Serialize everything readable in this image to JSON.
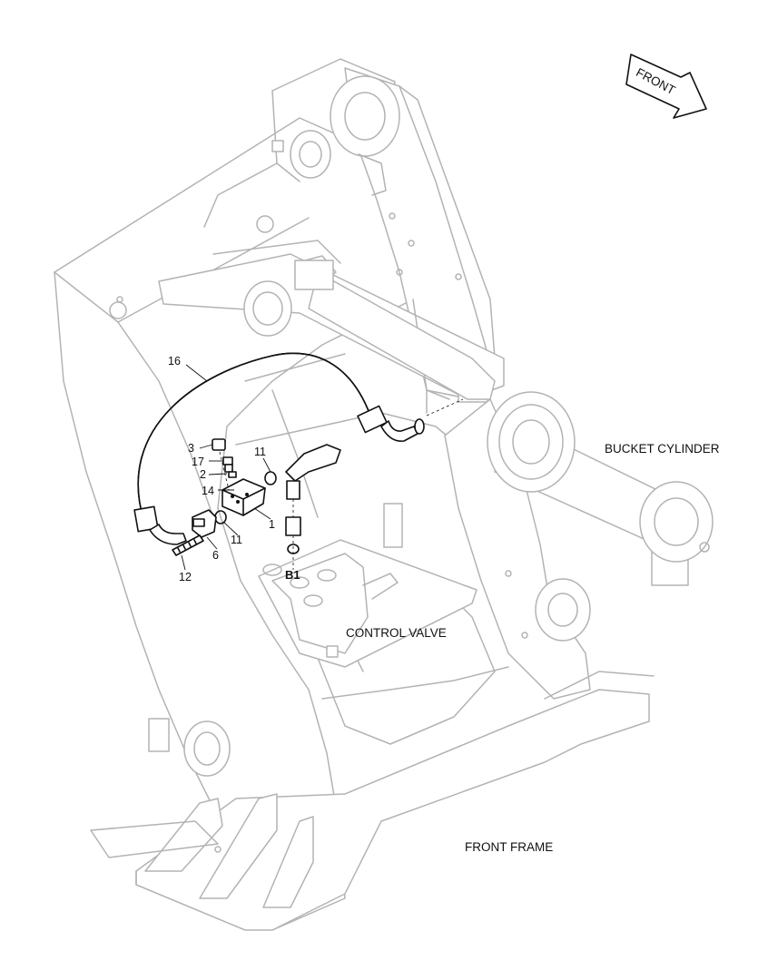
{
  "direction_indicator": {
    "text": "FRONT"
  },
  "component_labels": {
    "bucket_cylinder": "BUCKET CYLINDER",
    "control_valve": "CONTROL VALVE",
    "front_frame": "FRONT FRAME"
  },
  "port_label": "B1",
  "callouts": {
    "c16": "16",
    "c3": "3",
    "c17": "17",
    "c2": "2",
    "c14": "14",
    "c11_top": "11",
    "c1": "1",
    "c11_bottom": "11",
    "c6": "6",
    "c12": "12"
  },
  "colors": {
    "ghost_line": "#b3b3b3",
    "part_line": "#111111",
    "background": "#ffffff"
  }
}
